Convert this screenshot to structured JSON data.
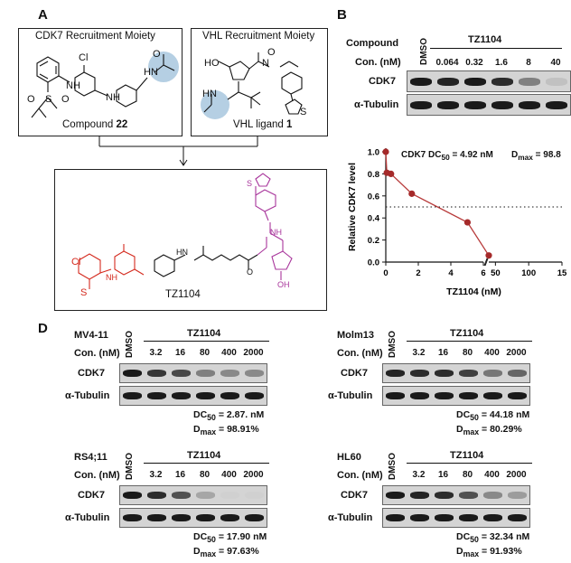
{
  "panelA": {
    "letter": "A",
    "cdk7_title": "CDK7 Recruitment Moiety",
    "vhl_title": "VHL Recruitment Moiety",
    "compound_prefix": "Compound ",
    "compound_num": "22",
    "vhl_label_prefix": "VHL ligand ",
    "vhl_label_num": "1",
    "tz_label": "TZ1104",
    "atoms": {
      "cl": "Cl",
      "n": "N",
      "h": "H",
      "o": "O",
      "s": "S",
      "hn": "HN",
      "ho": "HO",
      "nh": "NH",
      "oh": "OH"
    }
  },
  "panelB": {
    "letter": "B",
    "compound_label": "Compound",
    "dmso": "DMSO",
    "drug": "TZ1104",
    "con_label": "Con. (nM)",
    "concentrations": [
      "0.064",
      "0.32",
      "1.6",
      "8",
      "40"
    ],
    "rows": [
      "CDK7",
      "α-Tubulin"
    ],
    "cdk7_intensity": [
      1.0,
      0.95,
      1.0,
      0.9,
      0.45,
      0.1
    ],
    "annotation_dc": "CDK7 DC",
    "annotation_dc_sub": "50",
    "annotation_dc_val": " = 4.92 nM",
    "annotation_dmax": "D",
    "annotation_dmax_sub": "max",
    "annotation_dmax_val": " = 98.8",
    "ylabel": "Relative CDK7 level",
    "xlabel": "TZ1104 (nM)",
    "ytick_labels": [
      "0.0",
      "0.2",
      "0.4",
      "0.6",
      "0.8",
      "1.0"
    ],
    "xtick_labels": [
      "0",
      "2",
      "4",
      "6",
      "50",
      "100",
      "15"
    ]
  },
  "chart_data": {
    "type": "line",
    "xlabel": "TZ1104 (nM)",
    "ylabel": "Relative CDK7 level",
    "ylim": [
      0,
      1.0
    ],
    "x_axis_break": [
      6,
      40
    ],
    "reference_line_y": 0.5,
    "series": [
      {
        "x": [
          0,
          0.064,
          0.32,
          1.6,
          8,
          40
        ],
        "values": [
          1.0,
          0.81,
          0.8,
          0.62,
          0.36,
          0.06
        ]
      }
    ]
  },
  "panelD": {
    "letter": "D",
    "dmso": "DMSO",
    "drug": "TZ1104",
    "con_label": "Con. (nM)",
    "concentrations": [
      "3.2",
      "16",
      "80",
      "400",
      "2000"
    ],
    "rows": [
      "CDK7",
      "α-Tubulin"
    ],
    "blots": [
      {
        "cell": "MV4-11",
        "dc_val": " = 2.87. nM",
        "dmax_val": " = 98.91%",
        "intensity": [
          1.0,
          0.85,
          0.75,
          0.45,
          0.4,
          0.4
        ]
      },
      {
        "cell": "Molm13",
        "dc_val": " = 44.18 nM",
        "dmax_val": " = 80.29%",
        "intensity": [
          0.95,
          0.9,
          0.9,
          0.8,
          0.5,
          0.6
        ]
      },
      {
        "cell": "RS4;11",
        "dc_val": " = 17.90 nM",
        "dmax_val": " = 97.63%",
        "intensity": [
          1.0,
          0.9,
          0.7,
          0.25,
          0.0,
          0.0
        ]
      },
      {
        "cell": "HL60",
        "dc_val": " = 32.34 nM",
        "dmax_val": " = 91.93%",
        "intensity": [
          1.0,
          0.95,
          0.9,
          0.7,
          0.4,
          0.3
        ]
      }
    ],
    "dc_label": "DC",
    "dc_sub": "50",
    "dmax_label": "D",
    "dmax_sub": "max"
  }
}
